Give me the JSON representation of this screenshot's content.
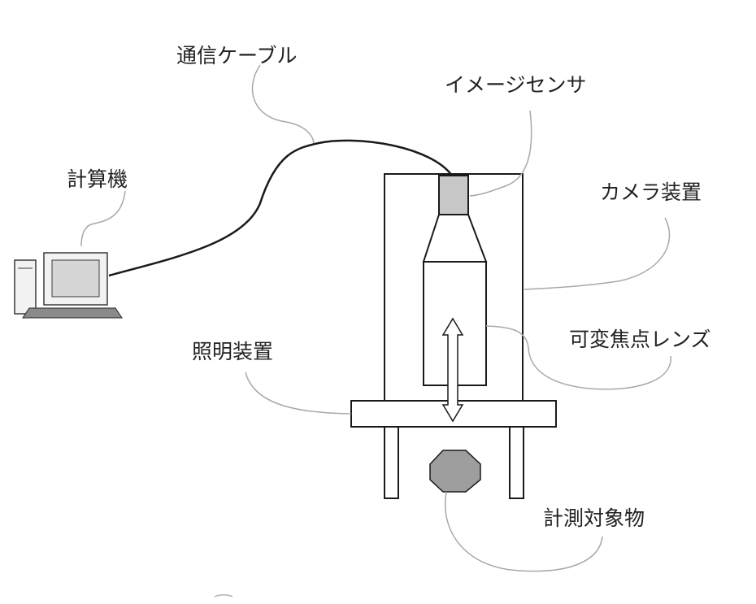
{
  "labels": {
    "cable": "通信ケーブル",
    "image_sensor": "イメージセンサ",
    "computer": "計算機",
    "camera": "カメラ装置",
    "lens": "可変焦点レンズ",
    "lighting": "照明装置",
    "target": "計測対象物"
  },
  "colors": {
    "stroke": "#1a1a1a",
    "leader": "#a8a8a8",
    "sensor_fill": "#c8c8c8",
    "screen_fill": "#d6d6d6",
    "background": "#ffffff"
  }
}
